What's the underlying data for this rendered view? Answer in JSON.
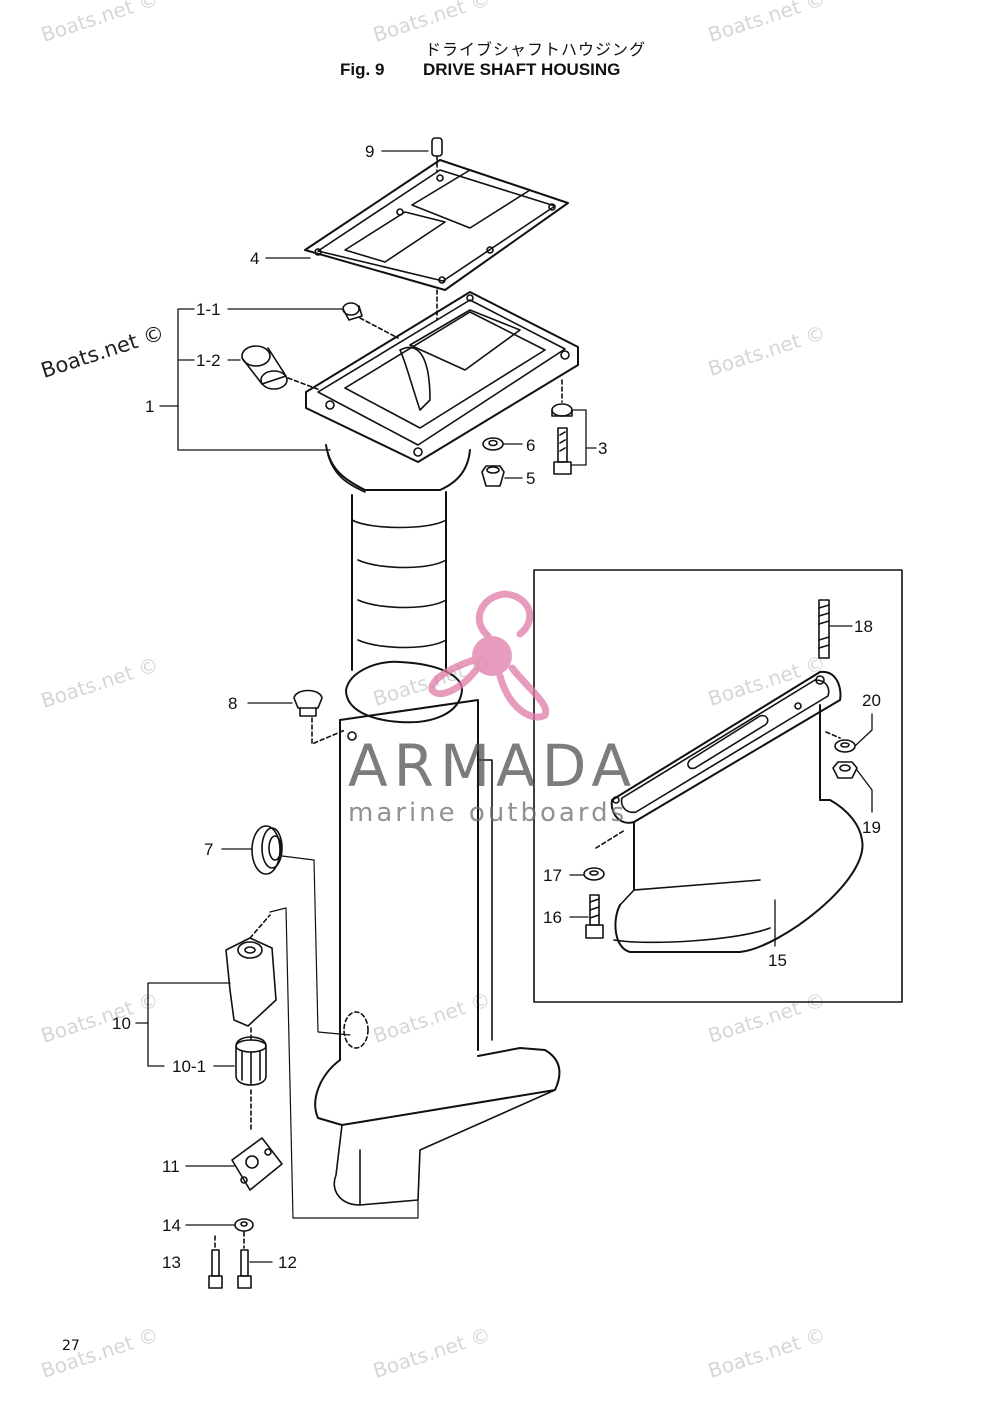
{
  "header": {
    "title_jp": "ドライブシャフトハウジング",
    "fig_number": "Fig. 9",
    "title_en": "DRIVE SHAFT HOUSING"
  },
  "page_number": "27",
  "watermark": {
    "text": "Boats.net ©"
  },
  "brand": {
    "name": "ARMADA",
    "tagline": "marine outboards"
  },
  "parts": [
    {
      "label": "9"
    },
    {
      "label": "4"
    },
    {
      "label": "1-1"
    },
    {
      "label": "1-2"
    },
    {
      "label": "1"
    },
    {
      "label": "6"
    },
    {
      "label": "3"
    },
    {
      "label": "5"
    },
    {
      "label": "18"
    },
    {
      "label": "8"
    },
    {
      "label": "20"
    },
    {
      "label": "19"
    },
    {
      "label": "7"
    },
    {
      "label": "17"
    },
    {
      "label": "16"
    },
    {
      "label": "15"
    },
    {
      "label": "10"
    },
    {
      "label": "10-1"
    },
    {
      "label": "11"
    },
    {
      "label": "14"
    },
    {
      "label": "13"
    },
    {
      "label": "12"
    }
  ],
  "colors": {
    "line": "#111111",
    "watermark": "#d6d6d6",
    "brand_pink": "#e07aa8",
    "brand_gray": "#555555"
  }
}
